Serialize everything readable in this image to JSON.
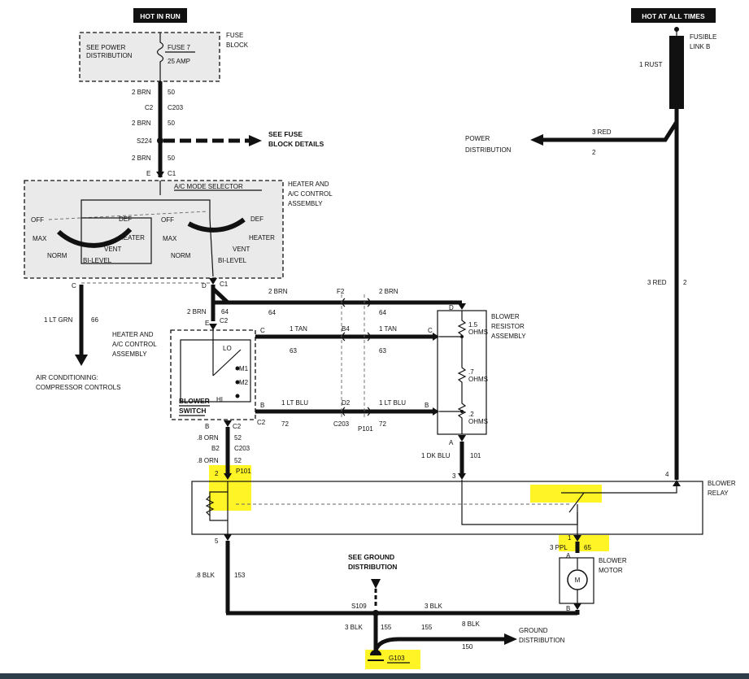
{
  "headers": {
    "hot_in_run": "HOT IN RUN",
    "hot_at_all_times": "HOT AT ALL TIMES"
  },
  "fuse_block": {
    "see_power": "SEE POWER",
    "distribution": "DISTRIBUTION",
    "fuse": "FUSE 7",
    "amp": "25 AMP",
    "title1": "FUSE",
    "title2": "BLOCK"
  },
  "fusible_link": {
    "line1": "FUSIBLE",
    "line2": "LINK B",
    "wire": "1 RUST"
  },
  "left_wires": {
    "w1_color": "2 BRN",
    "w1_num": "50",
    "c2": "C2",
    "c203": "C203",
    "w2_color": "2 BRN",
    "w2_num": "50",
    "s224": "S224",
    "w3_color": "2 BRN",
    "w3_num": "50",
    "e": "E",
    "c1": "C1"
  },
  "fuse_details": {
    "line1": "SEE FUSE",
    "line2": "BLOCK DETAILS"
  },
  "power_dist": {
    "line1": "POWER",
    "line2": "DISTRIBUTION",
    "wire_color": "3 RED",
    "wire_num": "2"
  },
  "mode_selector": {
    "title": "A/C MODE SELECTOR",
    "assembly1": "HEATER AND",
    "assembly2": "A/C CONTROL",
    "assembly3": "ASSEMBLY",
    "off": "OFF",
    "def": "DEF",
    "max": "MAX",
    "heater": "HEATER",
    "vent": "VENT",
    "norm": "NORM",
    "bi_level": "BI-LEVEL"
  },
  "ac_comp": {
    "c": "C",
    "wire_color": "1 LT GRN",
    "wire_num": "66",
    "line1": "AIR CONDITIONING:",
    "line2": "COMPRESSOR CONTROLS"
  },
  "blower_switch": {
    "d": "D",
    "c1": "C1",
    "wire_color": "2 BRN",
    "wire_num": "64",
    "e": "E",
    "c2": "C2",
    "asm1": "HEATER AND",
    "asm2": "A/C CONTROL",
    "asm3": "ASSEMBLY",
    "lo": "LO",
    "m1": "M1",
    "m2": "M2",
    "hi": "HI",
    "blower": "BLOWER",
    "switch": "SWITCH",
    "c": "C",
    "b": "B",
    "c2b": "C2"
  },
  "mid_wires": {
    "brn_color": "2 BRN",
    "brn_num": "64",
    "f2": "F2",
    "brn_color_r": "2 BRN",
    "brn_num_r": "64",
    "tan_color": "1 TAN",
    "tan_num": "63",
    "b4": "B4",
    "tan_color_r": "1 TAN",
    "tan_num_r": "63",
    "blu_color": "1 LT BLU",
    "blu_num": "72",
    "d2": "D2",
    "blu_color_r": "1 LT BLU",
    "blu_num_r": "72",
    "c203": "C203",
    "p101": "P101"
  },
  "resistor": {
    "title1": "BLOWER",
    "title2": "RESISTOR",
    "title3": "ASSEMBLY",
    "d": "D",
    "c": "C",
    "b": "B",
    "a": "A",
    "r1": "1.5",
    "r1u": "OHMS",
    "r2": ".7",
    "r2u": "OHMS",
    "r3": ".2",
    "r3u": "OHMS",
    "out_color": "1 DK BLU",
    "out_num": "101"
  },
  "lower_left": {
    "b": "B",
    "c2": "C2",
    "w1_color": ".8 ORN",
    "w1_num": "52",
    "b2": "B2",
    "c203": "C203",
    "w2_color": ".8 ORN",
    "w2_num": "52",
    "pin2": "2",
    "p101": "P101",
    "pin5": "5",
    "blk_color": ".8 BLK",
    "blk_num": "153"
  },
  "relay": {
    "pin3": "3",
    "pin4": "4",
    "title1": "BLOWER",
    "title2": "RELAY",
    "red_color": "3 RED",
    "red_num": "2"
  },
  "motor": {
    "pin1": "1",
    "ppl_color": "3 PPL",
    "ppl_num": "65",
    "a": "A",
    "b": "B",
    "title1": "BLOWER",
    "title2": "MOTOR",
    "symbol": "M"
  },
  "ground": {
    "see1": "SEE GROUND",
    "see2": "DISTRIBUTION",
    "s109": "S109",
    "blk1_color": "3 BLK",
    "blk2_color": "3 BLK",
    "blk2_num": "155",
    "mid_num": "155",
    "blk3_color": "8 BLK",
    "num150": "150",
    "g103": "G103",
    "dist1": "GROUND",
    "dist2": "DISTRIBUTION"
  },
  "colors": {
    "highlight": "#fff200",
    "ink": "#111111"
  }
}
